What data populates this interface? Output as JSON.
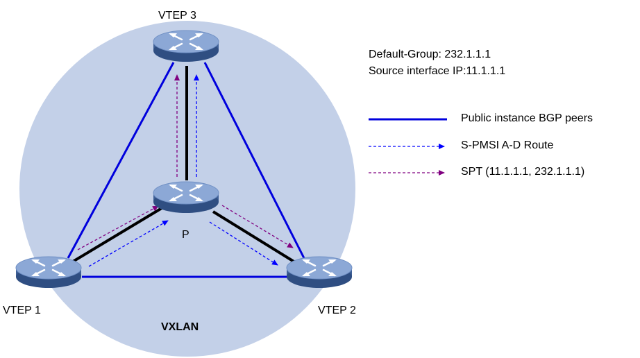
{
  "info": {
    "default_group": "Default-Group: 232.1.1.1",
    "source_interface": "Source interface IP:11.1.1.1"
  },
  "legend": {
    "bgp_peers": "Public instance BGP peers",
    "spmsi_route": "S-PMSI A-D Route",
    "spt": "SPT (11.1.1.1, 232.1.1.1)"
  },
  "nodes": {
    "vtep3": "VTEP 3",
    "vtep1": "VTEP 1",
    "vtep2": "VTEP 2",
    "p": "P"
  },
  "region_label": "VXLAN",
  "colors": {
    "bgp_line": "#0000dd",
    "spmsi": "#0000ff",
    "spt": "#800080",
    "region_fill": "#c3d0e8",
    "router_body": "#3e5f96",
    "router_top": "#8ca8d6"
  },
  "icons": {
    "router": "router-icon"
  }
}
